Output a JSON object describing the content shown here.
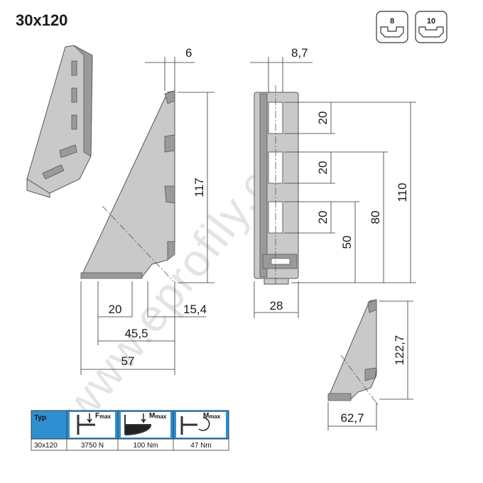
{
  "title": "30x120",
  "watermark": "www.eprofily.cz",
  "badges": [
    {
      "label": "8"
    },
    {
      "label": "10"
    }
  ],
  "dimensions": {
    "side_top_width": "6",
    "side_height": "117",
    "side_slot_offset": "20",
    "side_inner": "15,4",
    "side_mid": "45,5",
    "side_base": "57",
    "front_top_width": "8,7",
    "front_width": "28",
    "front_pitch_1": "20",
    "front_pitch_2": "20",
    "front_pitch_3": "20",
    "front_h_50": "50",
    "front_h_80": "80",
    "front_h_110": "110",
    "small_height": "122,7",
    "small_width": "62,7"
  },
  "table": {
    "header": {
      "typ": "Typ",
      "fmax_label": "F",
      "fmax_sub": "max",
      "mmax_label": "M",
      "mmax_sub": "max",
      "mmax2_label": "M",
      "mmax2_sub": "max"
    },
    "row": {
      "typ": "30x120",
      "fmax": "3750 N",
      "mmax": "100 Nm",
      "mmax2": "47 Nm"
    },
    "header_color": "#2f8fd0"
  }
}
